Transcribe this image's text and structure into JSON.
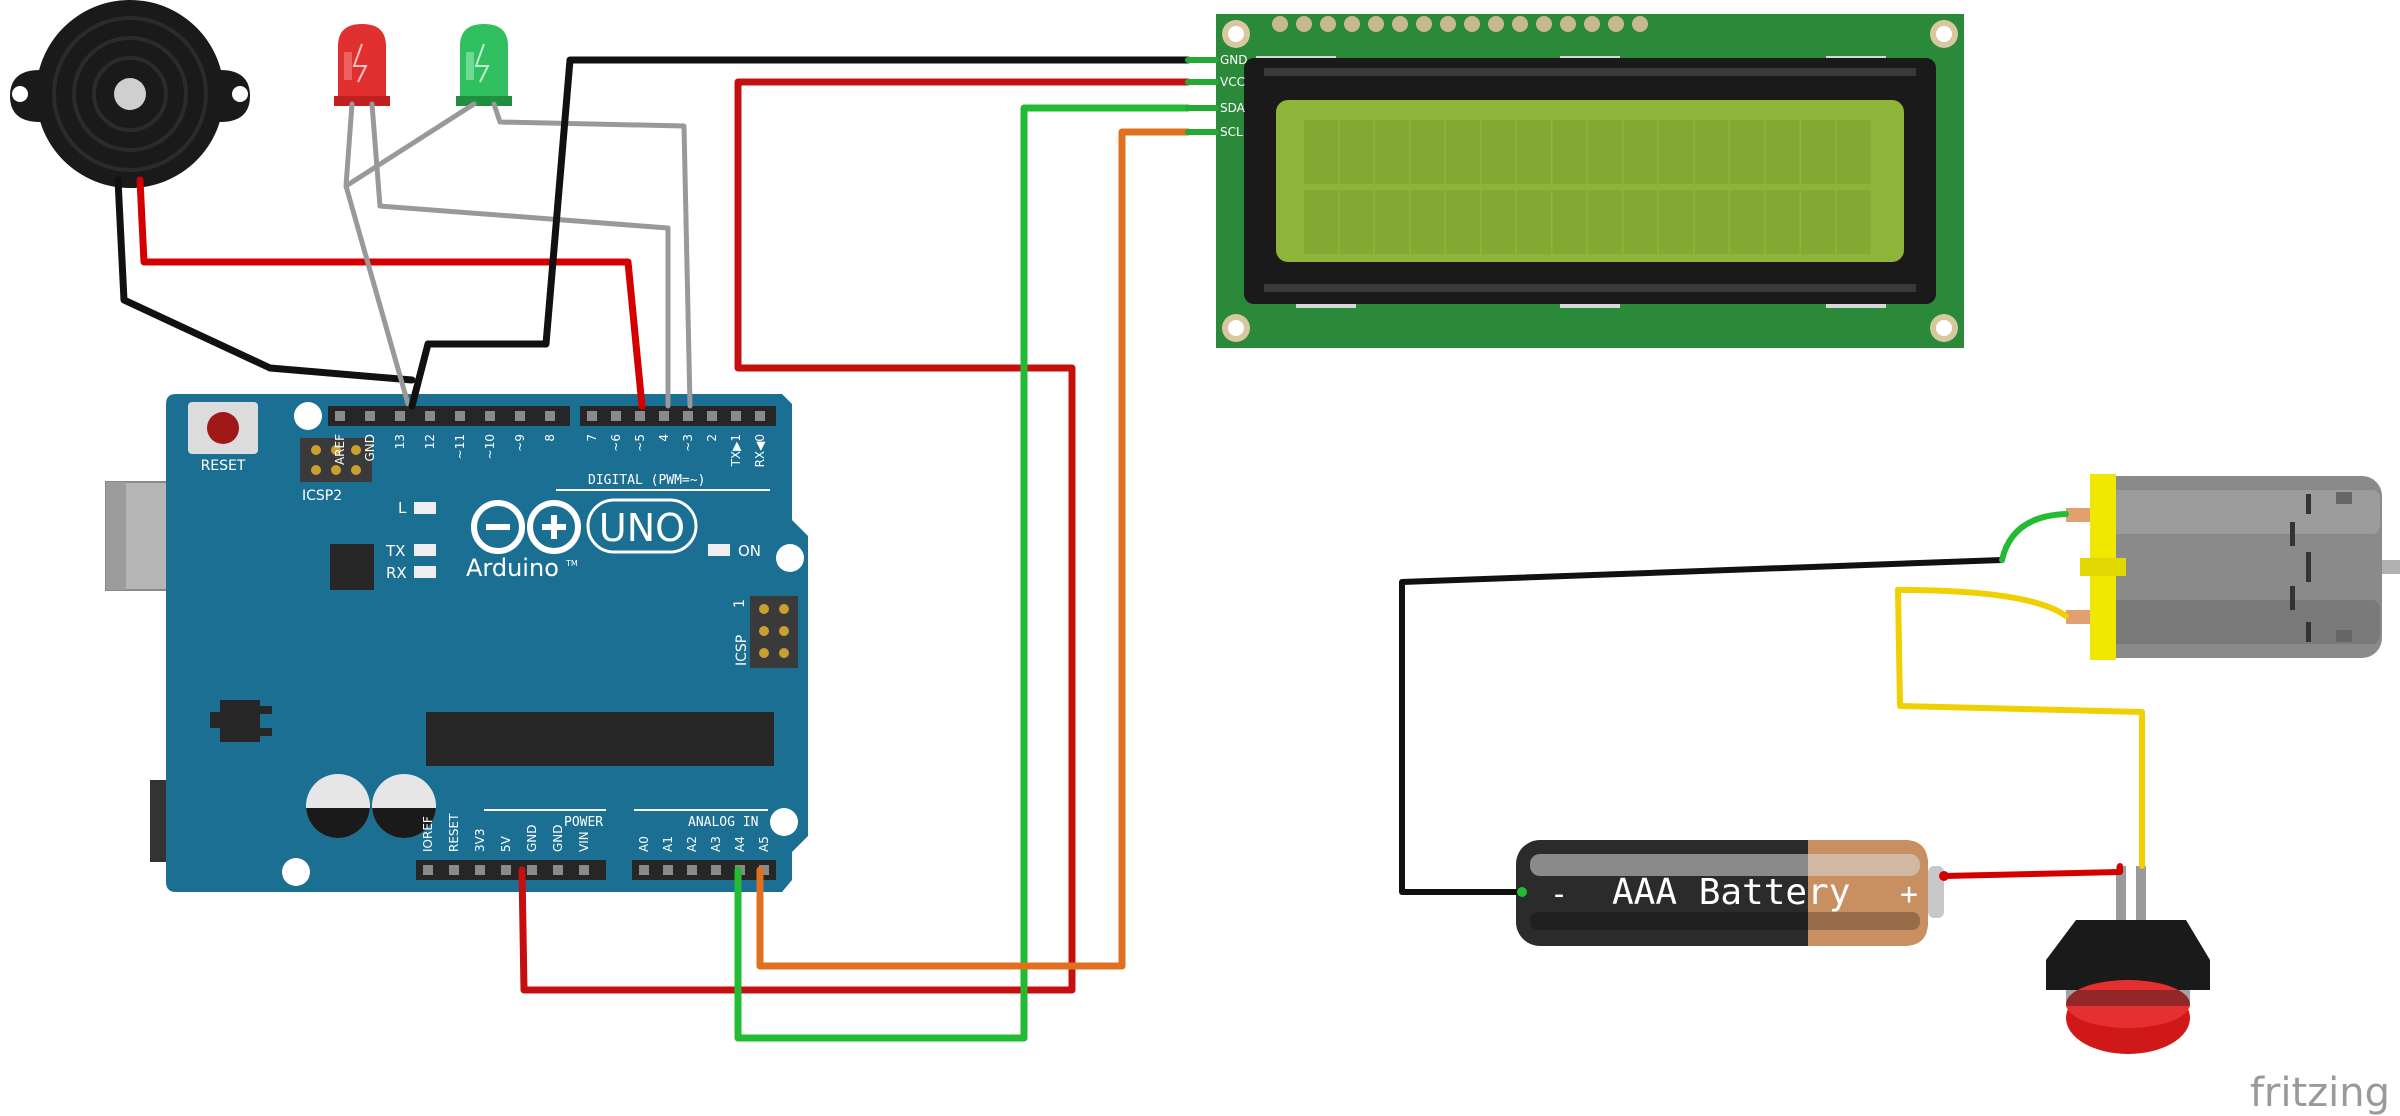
{
  "arduino": {
    "brand": "Arduino",
    "trademark": "TM",
    "model": "UNO",
    "reset_label": "RESET",
    "icsp2_label": "ICSP2",
    "icsp_label": "ICSP",
    "icsp_pin1": "1",
    "digital_label": "DIGITAL (PWM=~)",
    "power_label": "POWER",
    "analog_label": "ANALOG IN",
    "led_l": "L",
    "led_tx": "TX",
    "led_rx": "RX",
    "led_on": "ON",
    "top_pins_left": [
      "AREF",
      "GND",
      "13",
      "12",
      "~11",
      "~10",
      "~9",
      "8"
    ],
    "top_pins_right": [
      "7",
      "~6",
      "~5",
      "4",
      "~3",
      "2",
      "TX▶1",
      "RX◀0"
    ],
    "bottom_pins_power": [
      "IOREF",
      "RESET",
      "3V3",
      "5V",
      "GND",
      "GND",
      "VIN"
    ],
    "bottom_pins_analog": [
      "A0",
      "A1",
      "A2",
      "A3",
      "A4",
      "A5"
    ]
  },
  "lcd": {
    "pins": [
      "GND",
      "VCC",
      "SDA",
      "SCL"
    ],
    "rows": 2,
    "cols": 16
  },
  "battery": {
    "label": "AAA Battery",
    "minus": "-",
    "plus": "+"
  },
  "watermark": "fritzing",
  "colors": {
    "board": "#1b6f93",
    "lcd_pcb": "#2a8a3a",
    "lcd_screen": "#8fb43a",
    "wire_black": "#111111",
    "wire_red": "#d40000",
    "wire_green": "#22bb33",
    "wire_orange": "#e07020",
    "wire_gray": "#999999",
    "wire_yellow": "#f0d000",
    "led_red": "#e03030",
    "led_green": "#30c060",
    "motor_cap": "#f0e800",
    "button_red": "#d01818"
  }
}
